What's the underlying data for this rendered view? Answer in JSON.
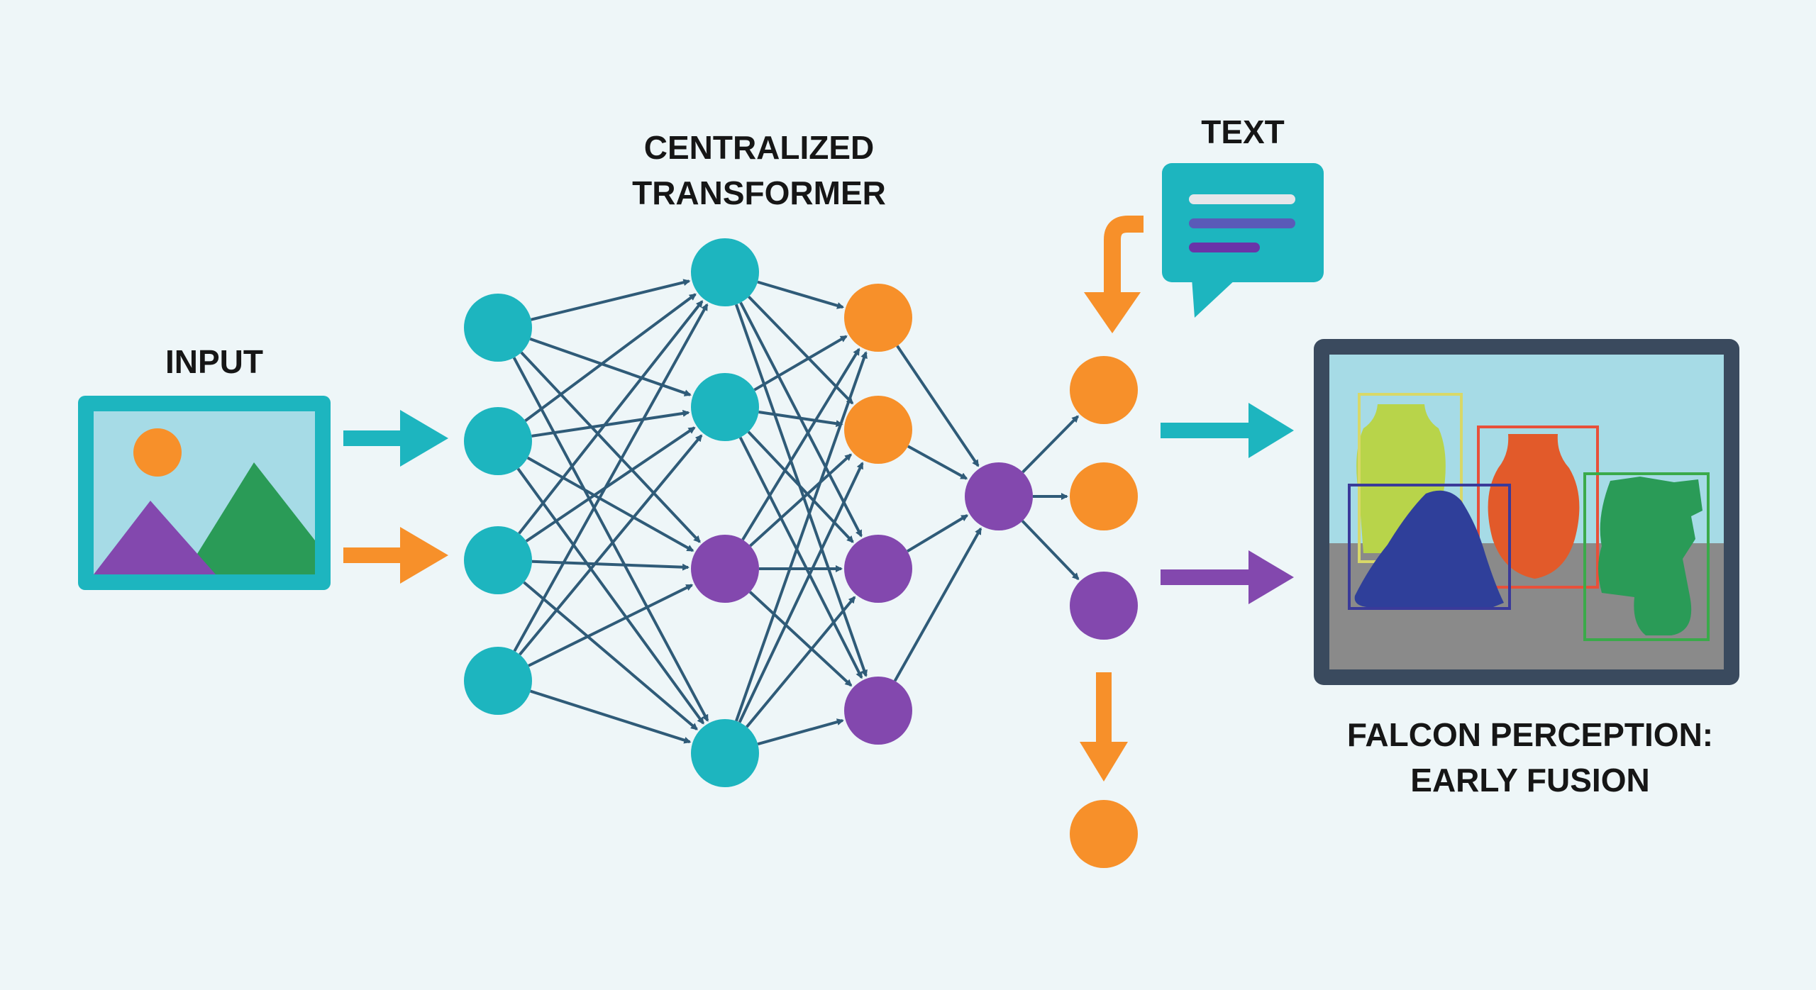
{
  "labels": {
    "input": "INPUT",
    "transformer_line1": "CENTRALIZED",
    "transformer_line2": "TRANSFORMER",
    "text": "TEXT",
    "output_line1": "FALCON PERCEPTION:",
    "output_line2": "EARLY FUSION"
  },
  "colors": {
    "background": "#eef6f8",
    "teal": "#1db5bf",
    "orange": "#f7902a",
    "purple": "#8348ae",
    "edge": "#2f5b78",
    "frame": "#3a4a5e",
    "sky": "#a6dbe6",
    "mountain_green": "#2a9b57",
    "mountain_purple": "#8348ae",
    "floor": "#8a8a8a"
  },
  "network": {
    "layers": [
      [
        "teal",
        "teal",
        "teal",
        "teal"
      ],
      [
        "teal",
        "teal",
        "purple",
        "teal"
      ],
      [
        "orange",
        "orange",
        "purple",
        "purple"
      ],
      [
        "purple"
      ],
      [
        "orange",
        "orange",
        "purple"
      ]
    ],
    "side_outputs": [
      "orange"
    ]
  },
  "text_bubble": {
    "lines": [
      "line-light",
      "line-blue",
      "line-purple"
    ]
  },
  "output_objects": [
    {
      "name": "yellow-vase",
      "color": "#b8d44a",
      "box": "#d8d868"
    },
    {
      "name": "orange-vase",
      "color": "#e25a2a",
      "box": "#e8503a"
    },
    {
      "name": "blue-shape",
      "color": "#2f3f9a",
      "box": "#3a3a9a"
    },
    {
      "name": "green-figure",
      "color": "#2a9b57",
      "box": "#3aaa4a"
    }
  ]
}
